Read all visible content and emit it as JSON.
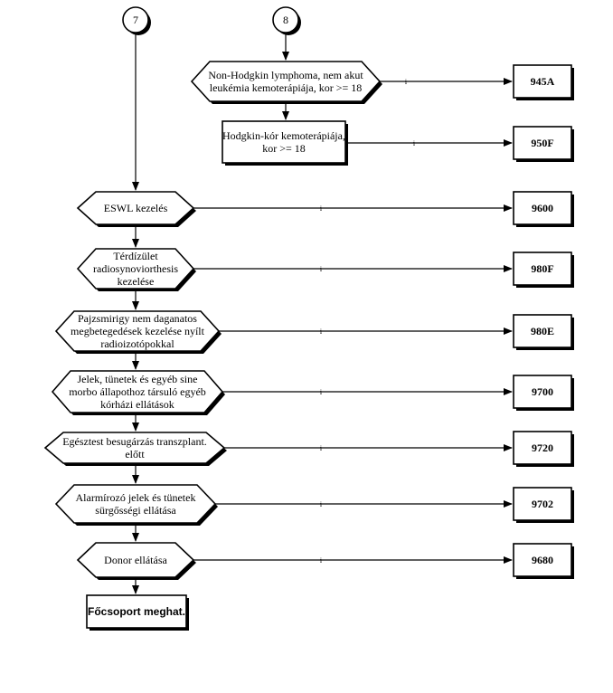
{
  "connectors": [
    "7",
    "8"
  ],
  "decisions": [
    {
      "lines": [
        "Non-Hodgkin lymphoma, nem akut",
        "leukémia kemoterápiája, kor >= 18"
      ],
      "yes": "i",
      "code": "945A"
    },
    {
      "lines": [
        "Hodgkin-kór kemoterápiája,",
        "kor >= 18"
      ],
      "yes": "i",
      "code": "950F"
    },
    {
      "lines": [
        "ESWL kezelés"
      ],
      "yes": "i",
      "code": "9600"
    },
    {
      "lines": [
        "Térdízület",
        "radiosynoviorthesis",
        "kezelése"
      ],
      "yes": "i",
      "code": "980F"
    },
    {
      "lines": [
        "Pajzsmirigy nem daganatos",
        "megbetegedések kezelése nyílt",
        "radioizotópokkal"
      ],
      "yes": "i",
      "code": "980E"
    },
    {
      "lines": [
        "Jelek, tünetek és egyéb sine",
        "morbo állapothoz társuló egyéb",
        "kórházi ellátások"
      ],
      "yes": "i",
      "code": "9700"
    },
    {
      "lines": [
        "Egésztest besugárzás transzplant.",
        "előtt"
      ],
      "yes": "i",
      "code": "9720"
    },
    {
      "lines": [
        "Alarmírozó jelek és tünetek",
        "sürgősségi ellátása"
      ],
      "yes": "i",
      "code": "9702"
    },
    {
      "lines": [
        "Donor ellátása"
      ],
      "yes": "i",
      "code": "9680"
    }
  ],
  "end_box": "Főcsoport meghat."
}
